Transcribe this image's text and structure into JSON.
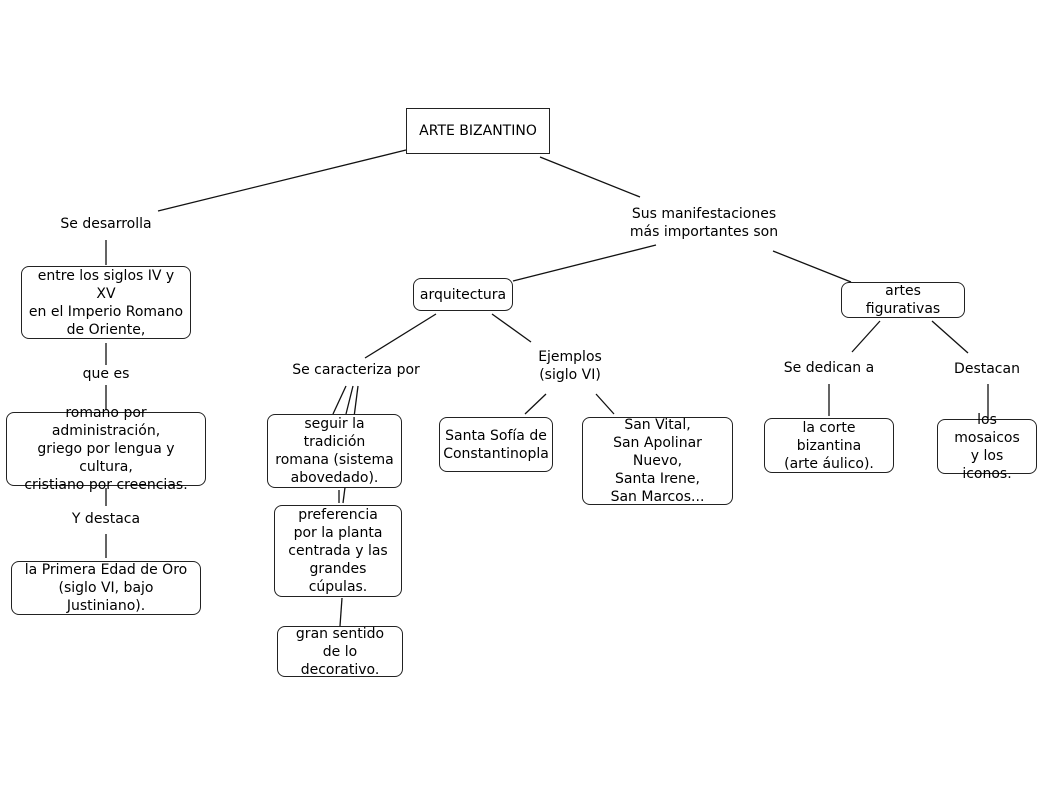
{
  "root": "ARTE BIZANTINO",
  "labels": {
    "se_desarrolla": "Se desarrolla",
    "sus_manifestaciones": "Sus manifestaciones\nmás importantes son",
    "que_es": "que es",
    "y_destaca": "Y destaca",
    "se_caracteriza": "Se caracteriza por",
    "ejemplos": "Ejemplos\n(siglo VI)",
    "se_dedican": "Se dedican a",
    "destacan": "Destacan"
  },
  "nodes": {
    "siglos": "entre los siglos IV y XV\nen el Imperio Romano\nde Oriente,",
    "romano": "romano por administración,\ngriego por lengua y cultura,\ncristiano por creencias.",
    "edad_oro": "la Primera Edad de Oro\n(siglo VI, bajo Justiniano).",
    "arquitectura": "arquitectura",
    "artes_figurativas": "artes figurativas",
    "tradicion": "seguir la tradición\nromana (sistema\nabovedado).",
    "planta": "preferencia\npor la planta\ncentrada y las\ngrandes cúpulas.",
    "decorativo": "gran sentido\nde lo decorativo.",
    "santa_sofia": "Santa Sofía de\nConstantinopla",
    "san_vital": "San Vital,\nSan Apolinar Nuevo,\nSanta Irene,\nSan Marcos...",
    "corte": "la corte bizantina\n(arte áulico).",
    "mosaicos": "los mosaicos\ny los iconos."
  }
}
